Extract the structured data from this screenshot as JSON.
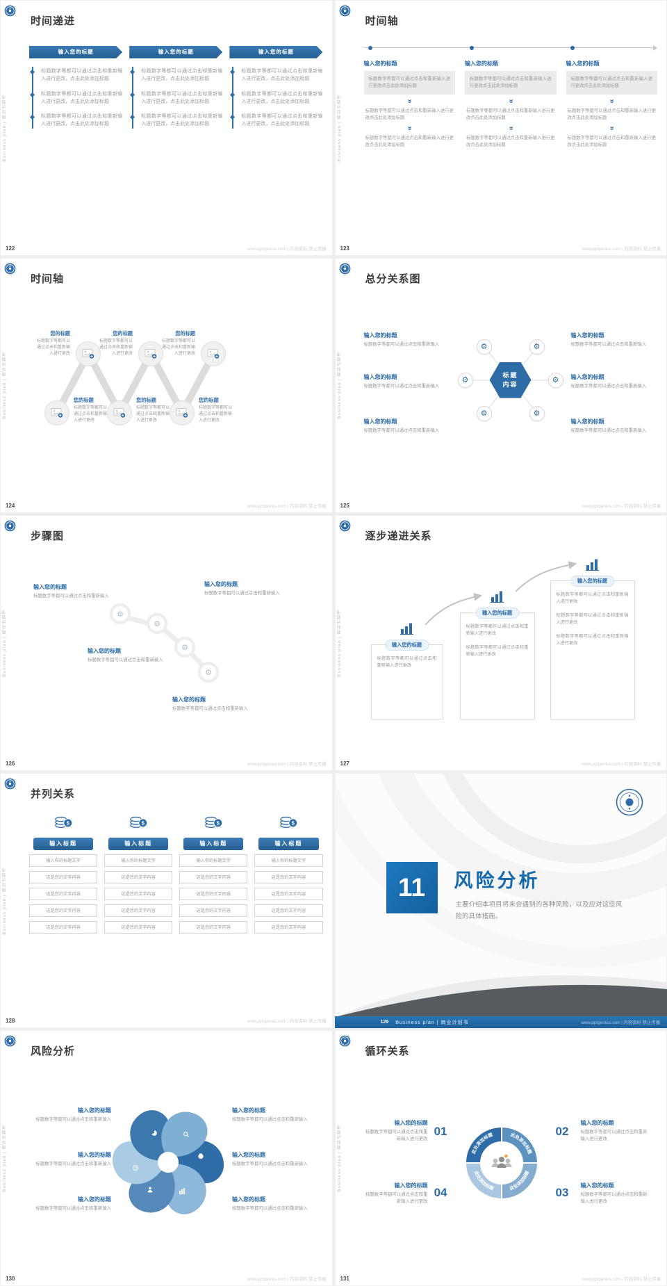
{
  "colors": {
    "primary_blue": "#2d6ca6",
    "section_blue": "#1468ad",
    "banner_gradient_top": "#3a7ab5",
    "banner_gradient_bottom": "#255e92",
    "dark_swoosh": "#575b60",
    "body_gray": "#9b9b9b",
    "light_box": "#ebebeb"
  },
  "icons": {
    "gear": "⚙",
    "double_chevron": "»",
    "dollar": "$"
  },
  "common": {
    "sidebar_text": "Business plan | 商业计划书",
    "watermark": "www.pptgenius.com | 内容资料·禁止传播"
  },
  "slides": {
    "s122": {
      "page": "122",
      "title": "时间递进",
      "banner": "输入您的标题",
      "item": "标题数字等都可以通过点击和重新输入进行更改，点击此处添加标题"
    },
    "s123": {
      "page": "123",
      "title": "时间轴",
      "col_title": "输入您的标题",
      "box": "标题数字等都可以通过点击和重新输入进行更改点击此处添加标题",
      "para": "标题数字等都可以通过点击和重新输入进行更改点击此处添加标题"
    },
    "s124": {
      "page": "124",
      "title": "时间轴",
      "node_title": "您的标题",
      "body": "标题数字等都可以通过点击和重新输入进行更改"
    },
    "s125": {
      "page": "125",
      "title": "总分关系图",
      "block_title": "输入您的标题",
      "body": "标题数字等都可以通过点击和重新输入",
      "hex_line1": "标题",
      "hex_line2": "内容"
    },
    "s126": {
      "page": "126",
      "title": "步骤图",
      "block_title": "输入您的标题",
      "body": "标题数字等都可以通过点击和重新输入"
    },
    "s127": {
      "page": "127",
      "title": "逐步递进关系",
      "tab": "输入您的标题",
      "para": "标题数字等都可以通过点击和重新输入进行更改"
    },
    "s128": {
      "page": "128",
      "title": "并列关系",
      "button": "输入标题",
      "rows": [
        "输入你的标题文字",
        "这是您的文字内容",
        "这是您的文字内容",
        "这是您的文字内容",
        "这是您的文字内容"
      ]
    },
    "s129": {
      "page": "129",
      "number": "11",
      "title": "风险分析",
      "desc": "主要介绍本项目将来会遇到的各种风险，以及应对这些风险的具体措施。",
      "footer_text": "Business plan | 商业计划书"
    },
    "s130": {
      "page": "130",
      "title": "风险分析",
      "block_title": "输入您的标题",
      "body": "标题数字等都可以通过点击和重新输入"
    },
    "s131": {
      "page": "131",
      "title": "循环关系",
      "block_title": "输入您的标题",
      "body": "标题数字等都可以通过点击和重新输入进行更改",
      "arc_label": "此处添加标题",
      "numbers": [
        "01",
        "02",
        "03",
        "04"
      ]
    }
  }
}
